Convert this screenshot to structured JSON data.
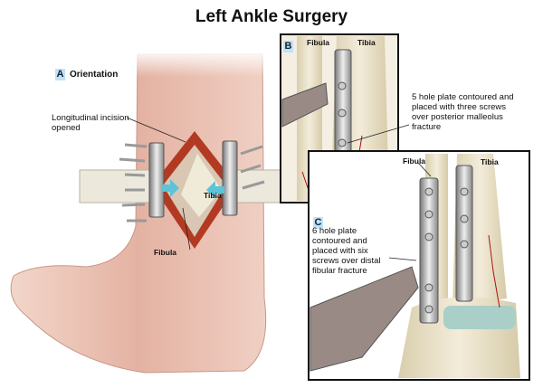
{
  "title": "Left Ankle Surgery",
  "panel_a": {
    "badge": "A",
    "label": "Orientation",
    "incision_label": "Longitudinal incision opened",
    "tibia": "Tibia",
    "fibula": "Fibula"
  },
  "panel_b": {
    "badge": "B",
    "fibula": "Fibula",
    "tibia": "Tibia",
    "note": "5 hole plate contoured and placed with three screws over posterior malleolus fracture"
  },
  "panel_c": {
    "badge": "C",
    "fibula": "Fibula",
    "tibia": "Tibia",
    "note": "6 hole plate contoured and placed with six screws over distal fibular fracture"
  },
  "colors": {
    "skin": "#e8c0b0",
    "bone": "#ece3cc",
    "wound": "#b33a22",
    "arrow": "#5cc3d8",
    "badge": "#bfe3f5"
  }
}
